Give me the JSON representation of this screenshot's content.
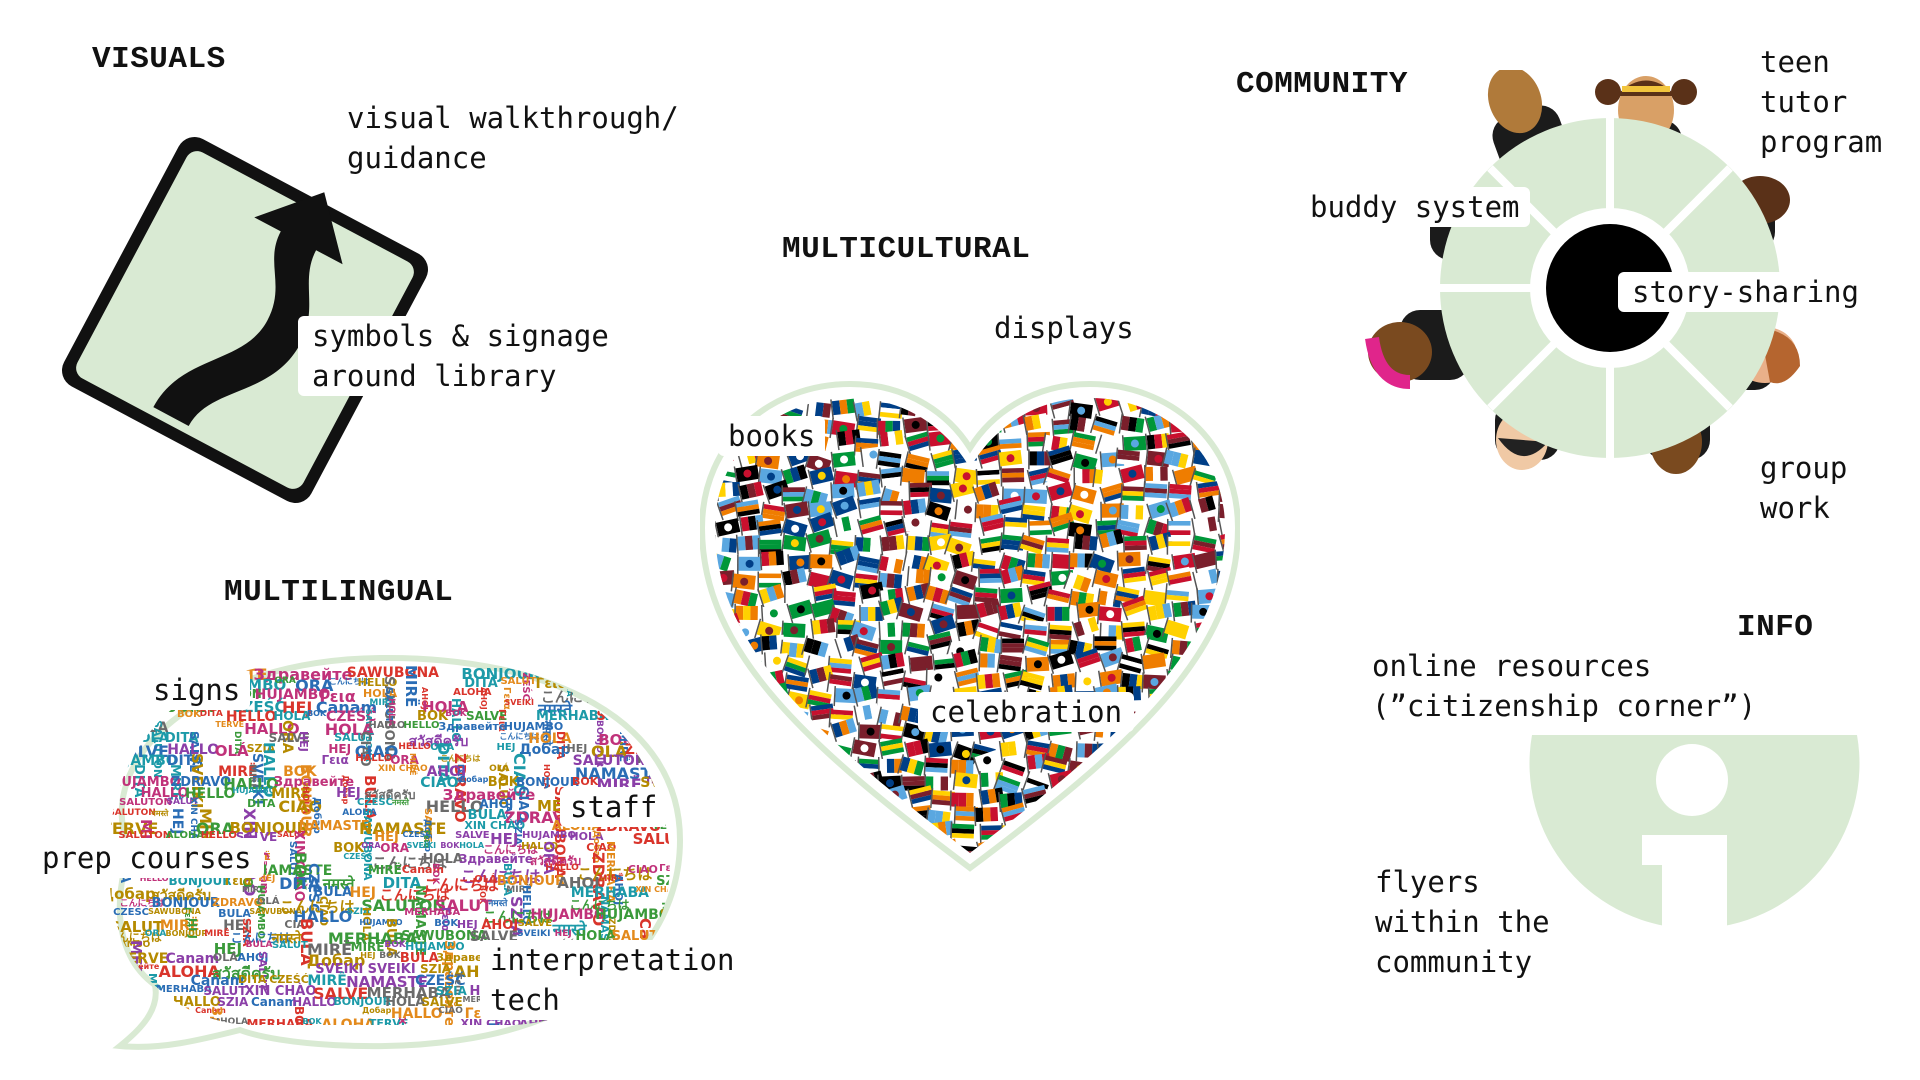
{
  "colors": {
    "accent_green": "#d9ead3",
    "outline_green": "#cfe3c7",
    "text": "#111111",
    "white": "#ffffff"
  },
  "sections": {
    "visuals": {
      "heading": "VISUALS",
      "icon": "curvy-road-sign-icon",
      "labels": {
        "walkthrough": [
          "visual walkthrough/",
          "guidance"
        ],
        "symbols": [
          "symbols & signage",
          "around library"
        ]
      }
    },
    "multicultural": {
      "heading": "MULTICULTURAL",
      "icon": "flag-heart-icon",
      "labels": {
        "displays": "displays",
        "books": "books",
        "celebration": "celebration"
      }
    },
    "community": {
      "heading": "COMMUNITY",
      "icon": "round-table-people-icon",
      "labels": {
        "teen": [
          "teen",
          "tutor",
          "program"
        ],
        "buddy": "buddy system",
        "story": "story-sharing",
        "group": [
          "group",
          "work"
        ]
      }
    },
    "multilingual": {
      "heading": "MULTILINGUAL",
      "icon": "word-cloud-speech-bubble-icon",
      "words": [
        "HELLO",
        "HOLA",
        "SALUT",
        "AHOJ",
        "CIAO",
        "SZIA",
        "ZDRAVO",
        "MERHABA",
        "NAMASTE",
        "SALVE",
        "BONJOUR",
        "CZEŚĆ",
        "TERVE",
        "HALLO",
        "ALOHA",
        "Добар",
        "Здравейте",
        "Γεια",
        "こんにちは",
        "สวัสดีครับ",
        "नमस्ते",
        "SAWUBONA",
        "SVEIKI",
        "HUJAMBO",
        "MIRË",
        "SALUTON",
        "OLÁ",
        "DITA",
        "XIN CHÀO",
        "BOK",
        "Canam",
        "HEJ",
        "ORA",
        "BULA"
      ],
      "labels": {
        "signs": "signs",
        "staff": "staff",
        "prep": "prep courses",
        "interp": [
          "interpretation",
          "tech"
        ]
      }
    },
    "info": {
      "heading": "INFO",
      "icon": "info-icon",
      "labels": {
        "online": [
          "online resources",
          "(”citizenship corner”)"
        ],
        "flyers": [
          "flyers",
          "within the",
          "community"
        ]
      }
    }
  }
}
